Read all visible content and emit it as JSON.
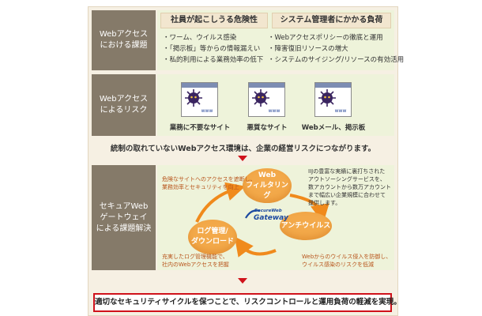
{
  "row1": {
    "label": "Webアクセス\nにおける課題",
    "col1": {
      "heading": "社員が起こしうる危険性",
      "items": [
        "・ワーム、ウイルス感染",
        "・「掲示板」等からの情報漏えい",
        "・私的利用による業務効率の低下"
      ]
    },
    "col2": {
      "heading": "システム管理者にかかる負荷",
      "items": [
        "・Webアクセスポリシーの徹底と運用",
        "・障害復旧リソースの増大",
        "・システムのサイジング/リソースの有効活用"
      ]
    }
  },
  "row2": {
    "label": "Webアクセス\nによるリスク",
    "sites": [
      {
        "label": "業務に不要なサイト",
        "screen_text": "www"
      },
      {
        "label": "悪質なサイト",
        "screen_text": "www"
      },
      {
        "label": "Webメール、掲示板",
        "screen_text": "www"
      }
    ]
  },
  "statement": "統制の取れていないWebアクセス環境は、企業の経営リスクにつながります。",
  "row3": {
    "label": "セキュアWeb\nゲートウェイ\nによる課題解決",
    "nodes": {
      "filtering": "Web\nフィルタリング",
      "antivirus": "アンチウイルス",
      "log": "ログ管理/\nダウンロード"
    },
    "logo": {
      "top": "SecureWeb",
      "bottom": "Gateway"
    },
    "notes": {
      "top_left": "危険なサイトへのアクセスを遮断し、\n業務効率とセキュリティを向上",
      "top_right": "IIJの豊富な実績に裏打ちされた\nアウトソーシングサービスを、\n数アカウントから数万アカウント\nまで幅広い企業規模に合わせて\n提供します。",
      "bottom_left": "充実したログ管理機能で、\n社内のWebアクセスを把握",
      "bottom_right": "Webからのウイルス侵入を防御し、\nウイルス感染のリスクを低減"
    }
  },
  "final": "適切なセキュリティサイクルを保つことで、リスクコントロールと運用負荷の軽減を実現。",
  "colors": {
    "accent": "#d0121b",
    "label_bg": "#857a69",
    "node": "#f3a94a",
    "panel": "#eef3da"
  }
}
